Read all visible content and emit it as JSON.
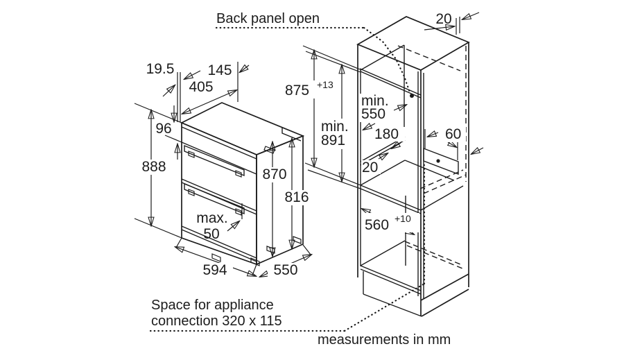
{
  "notes": {
    "back_panel": "Back panel open",
    "connection_line1": "Space for appliance",
    "connection_line2": "connection 320 x 115",
    "units": "measurements in mm"
  },
  "oven": {
    "frame_overhang": "19.5",
    "top_depth_front": "145",
    "top_depth_rear": "405",
    "control_panel_height": "96",
    "total_height": "888",
    "carcass_height": "870",
    "lower_carcass_height": "816",
    "handle_prefix": "max.",
    "handle_depth": "50",
    "width": "594",
    "depth": "550"
  },
  "cabinet": {
    "back_gap": "20",
    "niche_height": "875",
    "niche_height_tolerance": "+13",
    "min_label": "min.",
    "min_total_height": "891",
    "min_depth_label": "min.",
    "min_niche_depth": "550",
    "connection_rear_distance": "180",
    "shelf_rear_gap": "20",
    "connection_side_width": "60",
    "lower_niche_depth": "560",
    "lower_niche_tolerance": "+10"
  },
  "colors": {
    "line": "#1c1c1c",
    "background": "#ffffff",
    "hatch": "#1c1c1c"
  }
}
